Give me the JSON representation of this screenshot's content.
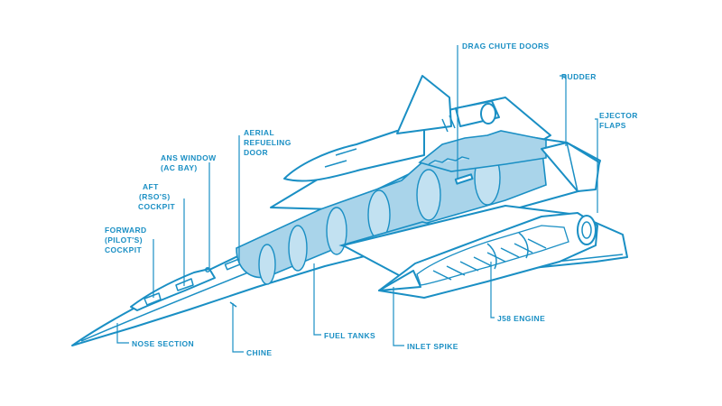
{
  "labels": {
    "drag_chute_doors": "DRAG CHUTE DOORS",
    "rudder": "RUDDER",
    "ejector_flaps_1": "EJECTOR",
    "ejector_flaps_2": "FLAPS",
    "aerial_refueling_door_1": "AERIAL",
    "aerial_refueling_door_2": "REFUELING",
    "aerial_refueling_door_3": "DOOR",
    "ans_window_1": "ANS WINDOW",
    "ans_window_2": "(AC BAY)",
    "aft_cockpit_1": "AFT",
    "aft_cockpit_2": "(RSO'S)",
    "aft_cockpit_3": "COCKPIT",
    "forward_cockpit_1": "FORWARD",
    "forward_cockpit_2": "(PILOT'S)",
    "forward_cockpit_3": "COCKPIT",
    "nose_section": "NOSE SECTION",
    "chine": "CHINE",
    "fuel_tanks": "FUEL TANKS",
    "inlet_spike": "INLET SPIKE",
    "j58_engine": "J58 ENGINE"
  },
  "colors": {
    "line": "#1a8fc4",
    "tank_fill": "#a9d4ea",
    "background": "#ffffff"
  }
}
